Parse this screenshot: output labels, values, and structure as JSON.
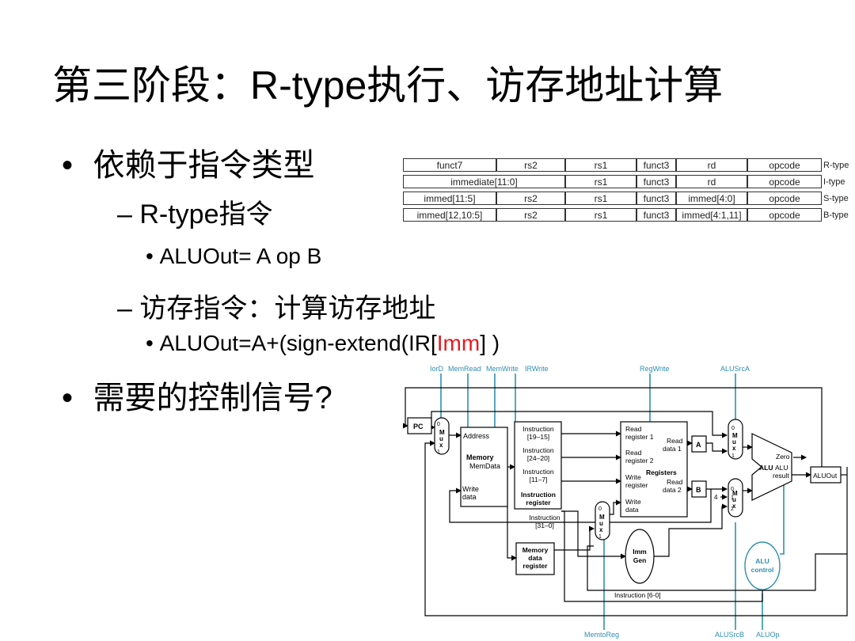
{
  "title": {
    "cn1": "第三阶段：",
    "lat": "R-type",
    "cn2": "执行、访存地址计算"
  },
  "bullets": {
    "b1": "依赖于指令类型",
    "b1_sub1_a": "R-type",
    "b1_sub1_b": "指令",
    "b1_sub1_item": "ALUOut= A op B",
    "b1_sub2": "访存指令：计算访存地址",
    "b1_sub2_item_a": "ALUOut=A+(sign-extend(IR[",
    "b1_sub2_item_red": "Imm",
    "b1_sub2_item_b": "] )",
    "b2_a": "需要的控制信号",
    "b2_b": "?"
  },
  "format_table": {
    "rows": [
      {
        "cells": [
          "funct7",
          "rs2",
          "rs1",
          "funct3",
          "rd",
          "opcode"
        ],
        "label": "R-type"
      },
      {
        "cells": [
          "immediate[11:0]",
          "rs1",
          "funct3",
          "rd",
          "opcode"
        ],
        "label": "I-type"
      },
      {
        "cells": [
          "immed[11:5]",
          "rs2",
          "rs1",
          "funct3",
          "immed[4:0]",
          "opcode"
        ],
        "label": "S-type"
      },
      {
        "cells": [
          "immed[12,10:5]",
          "rs2",
          "rs1",
          "funct3",
          "immed[4:1,11]",
          "opcode"
        ],
        "label": "B-type"
      }
    ]
  },
  "diagram": {
    "signals_top": {
      "iord": "IorD",
      "memread": "MemRead",
      "memwrite": "MemWrite",
      "irwrite": "IRWrite",
      "regwrite": "RegWrite",
      "alusrca": "ALUSrcA"
    },
    "signals_bottom": {
      "memtoreg": "MemtoReg",
      "alusrcb": "ALUSrcB",
      "aluop": "ALUOp"
    },
    "pc": "PC",
    "mux": {
      "m": "M",
      "u": "u",
      "x": "x"
    },
    "mux_inputs": {
      "zero": "0",
      "one": "1",
      "two": "2",
      "four": "4"
    },
    "memory": {
      "address": "Address",
      "title": "Memory",
      "memdata": "MemData",
      "write": "Write",
      "data": "data"
    },
    "ir": {
      "i1a": "Instruction",
      "i1b": "[19–15]",
      "i2a": "Instruction",
      "i2b": "[24–20]",
      "i3a": "Instruction",
      "i3b": "[11–7]",
      "title_a": "Instruction",
      "title_b": "register",
      "i4a": "Instruction",
      "i4b": "[31–0]"
    },
    "mdr": {
      "a": "Memory",
      "b": "data",
      "c": "register"
    },
    "regs": {
      "rr1a": "Read",
      "rr1b": "register 1",
      "rr2a": "Read",
      "rr2b": "register 2",
      "wra": "Write",
      "wrb": "register",
      "wda": "Write",
      "wdb": "data",
      "rd1a": "Read",
      "rd1b": "data 1",
      "rd2a": "Read",
      "rd2b": "data 2",
      "title": "Registers"
    },
    "a_reg": "A",
    "b_reg": "B",
    "immgen": {
      "a": "Imm",
      "b": "Gen"
    },
    "alu": {
      "zero": "Zero",
      "alu": "ALU",
      "alu2": "ALU",
      "result": "result"
    },
    "aluout": "ALUOut",
    "aluctl": {
      "a": "ALU",
      "b": "control"
    },
    "inst60": "Instruction [6-0]"
  }
}
